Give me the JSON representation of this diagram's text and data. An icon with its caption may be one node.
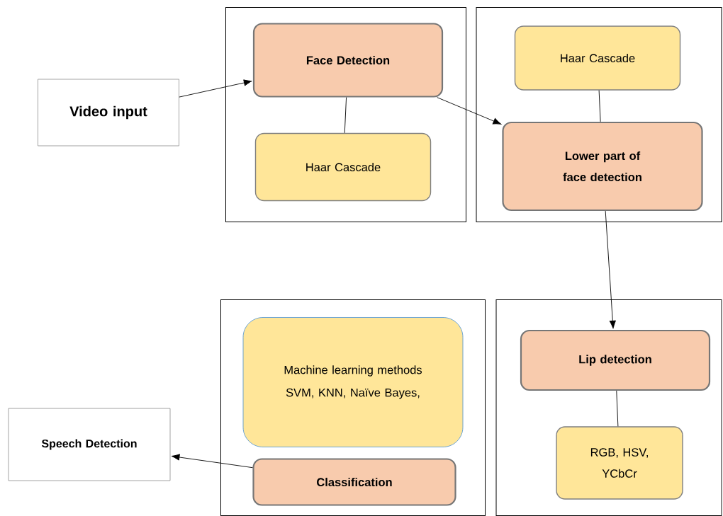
{
  "diagram": {
    "nodes": [
      {
        "text": [
          "Video input"
        ]
      },
      {
        "text": [],
        "shape": "box"
      },
      {
        "text": [
          "Face Detection"
        ],
        "in": 1
      },
      {
        "text": [
          "Haar Cascade"
        ],
        "in": 1
      },
      {
        "text": [],
        "shape": "box"
      },
      {
        "text": [
          "Haar Cascade"
        ],
        "in": 4
      },
      {
        "text": [
          "Lower part of face detection"
        ],
        "in": 4
      },
      {
        "text": [],
        "shape": "box"
      },
      {
        "text": [
          "Machine learning methods",
          "SVM, KNN, Naïve Bayes,"
        ],
        "in": 7
      },
      {
        "text": [
          "Classification"
        ],
        "in": 7
      },
      {
        "text": [],
        "shape": "box"
      },
      {
        "text": [
          "Lip detection"
        ],
        "in": 10
      },
      {
        "text": [
          "RGB, HSV, YCbCr"
        ],
        "in": 10
      },
      {
        "text": [
          "Speech Detection"
        ]
      }
    ],
    "edges": [
      {
        "from": 0,
        "to": 2,
        "arrow": "to"
      },
      {
        "from": 2,
        "to": 3,
        "arrow": "none"
      },
      {
        "from": 2,
        "to": 6,
        "arrow": "to"
      },
      {
        "from": 5,
        "to": 6,
        "arrow": "none"
      },
      {
        "from": 6,
        "to": 11,
        "arrow": "to"
      },
      {
        "from": 11,
        "to": 12,
        "arrow": "none"
      },
      {
        "from": 9,
        "to": 13,
        "arrow": "to"
      }
    ]
  }
}
